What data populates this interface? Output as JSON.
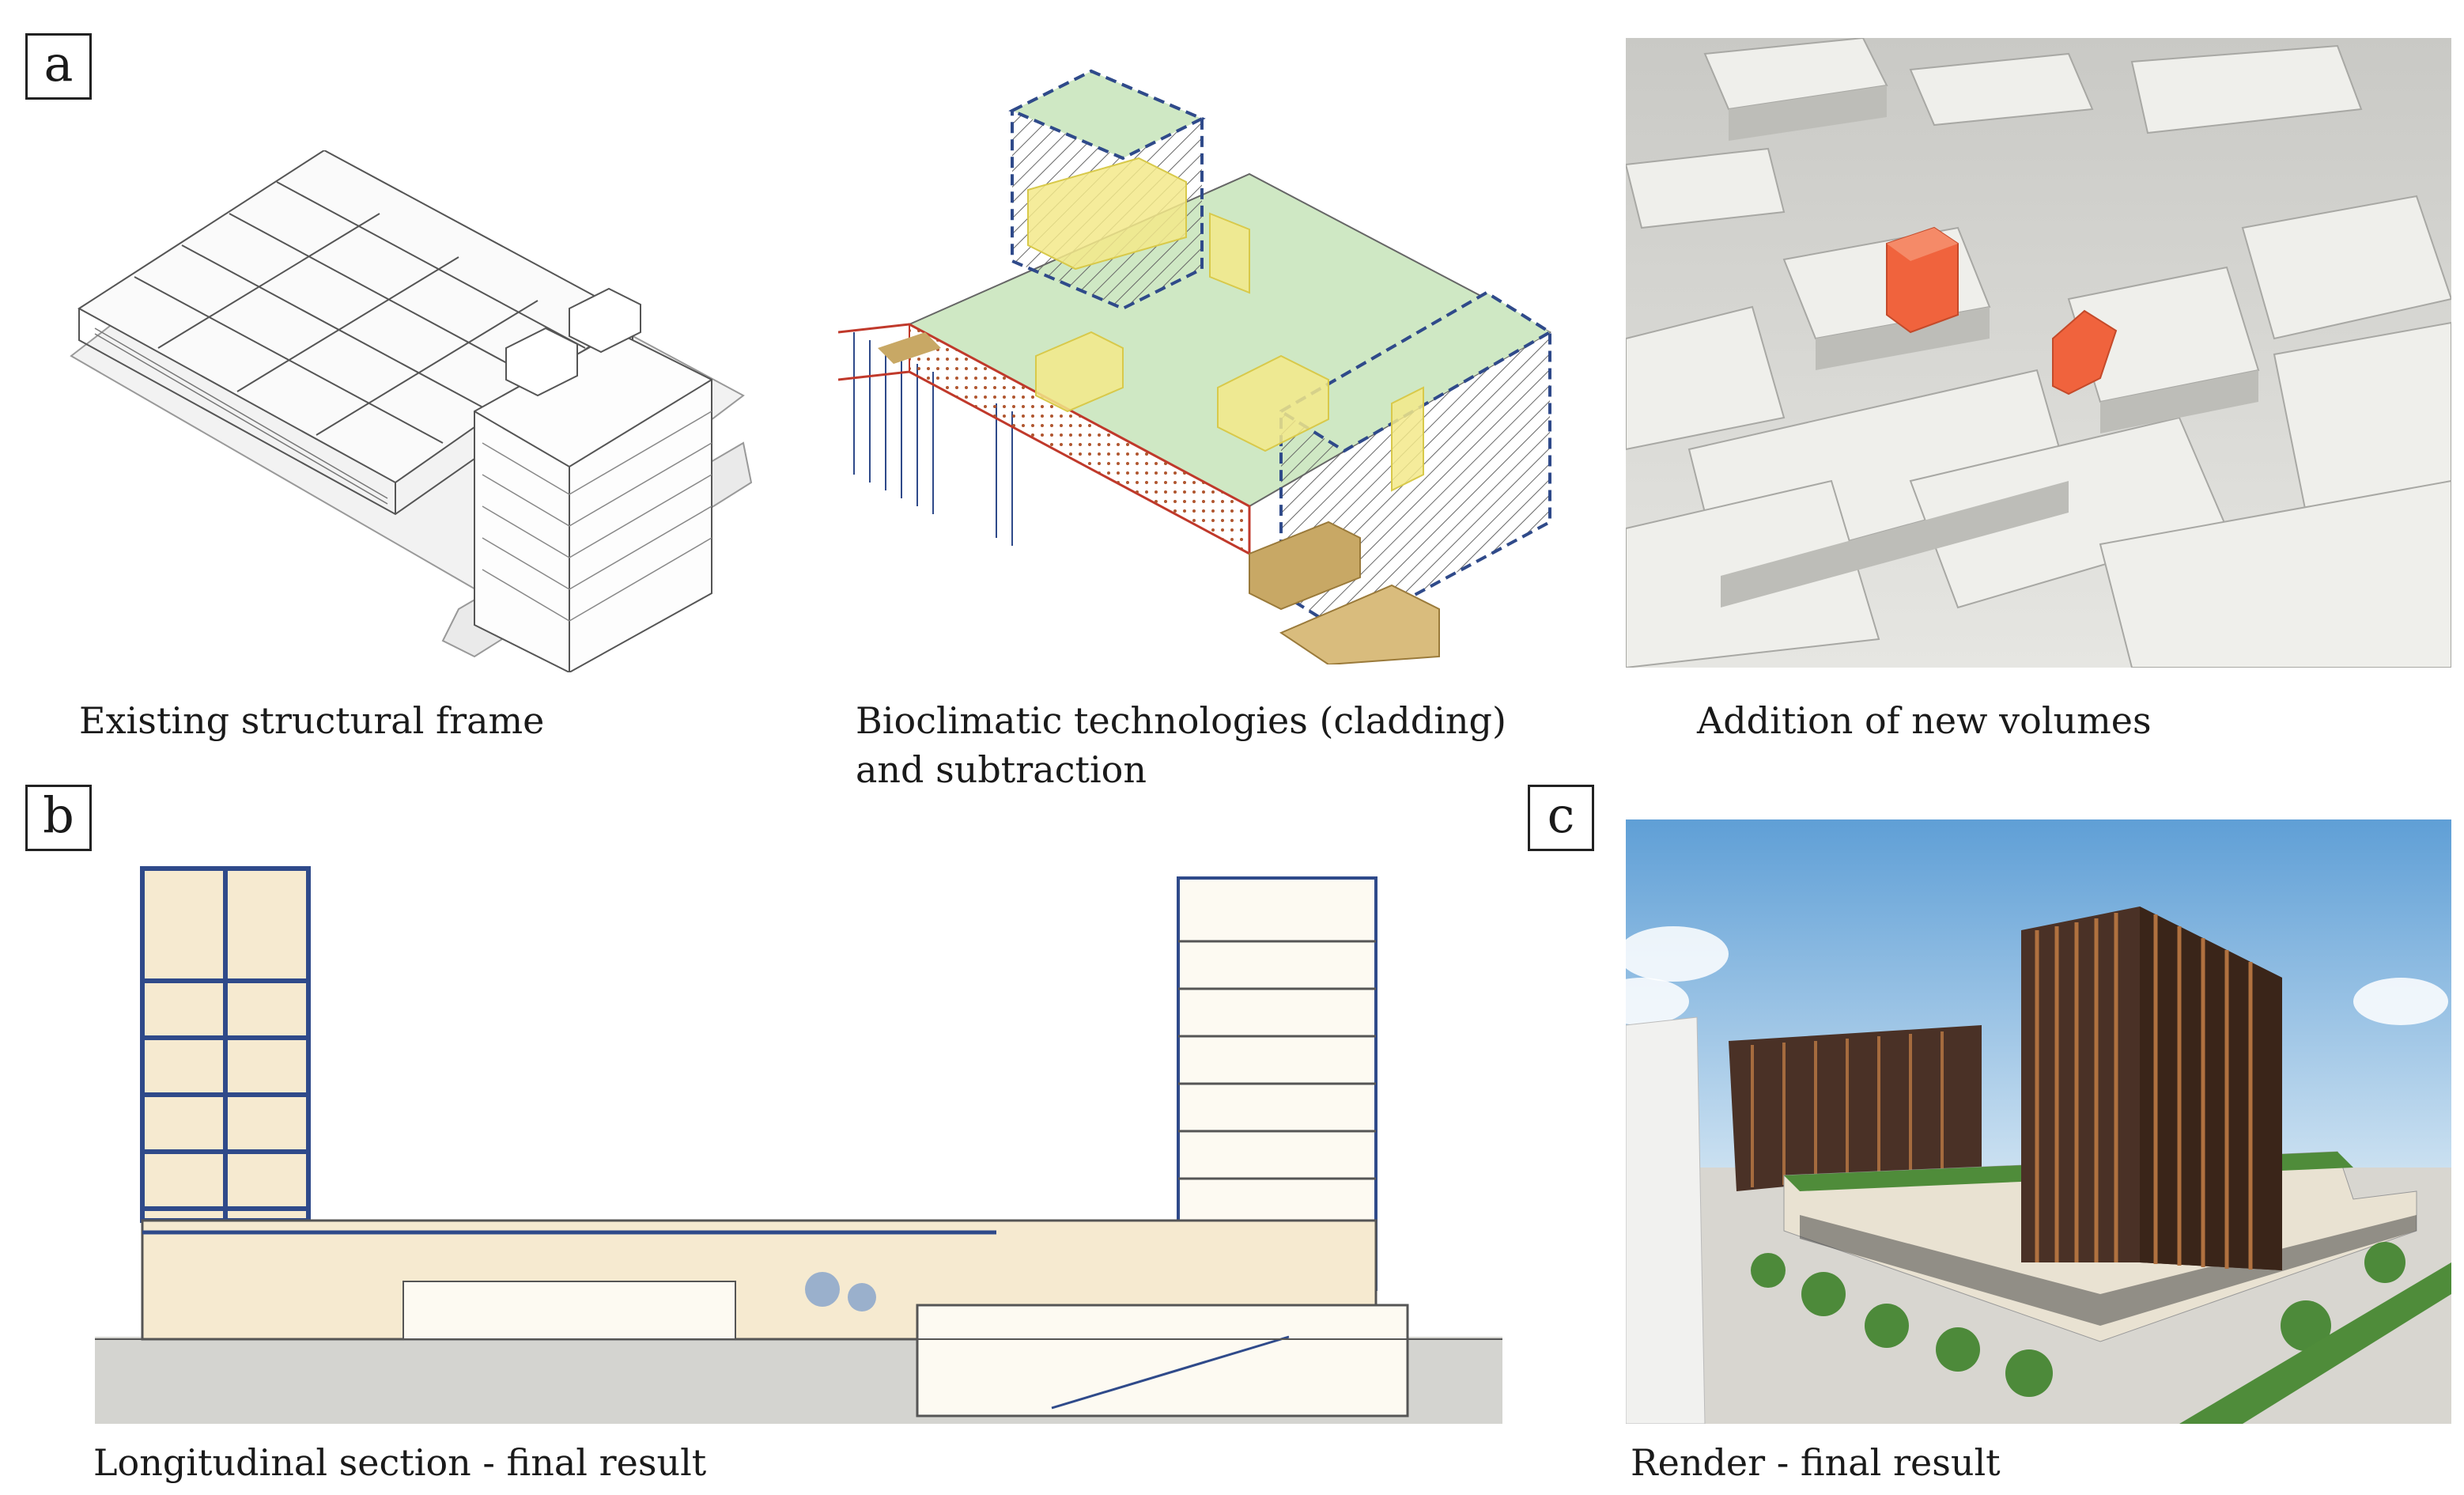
{
  "panels": [
    {
      "letter": "a"
    },
    {
      "letter": "b"
    },
    {
      "letter": "c"
    }
  ],
  "captions": {
    "existing_frame": "Existing structural frame",
    "bioclimatic": "Bioclimatic technologies (cladding)\nand subtraction",
    "new_volumes": "Addition of new volumes",
    "longitudinal_section": "Longitudinal section - final result",
    "render": "Render - final result"
  },
  "colors": {
    "line": "#555555",
    "structure_blue": "#2f4a8a",
    "green_roof": "#cfe8c4",
    "yellow_shading": "#f3e98a",
    "red_outline": "#c0392b",
    "ochre_base": "#c8a865",
    "model_grey": "#dcdcd8",
    "new_volume_orange": "#f0633d",
    "section_fill": "#f6ead0",
    "sky_blue": "#7fb4e0",
    "facade_dark": "#4a3126",
    "grass": "#4f8c3a"
  }
}
